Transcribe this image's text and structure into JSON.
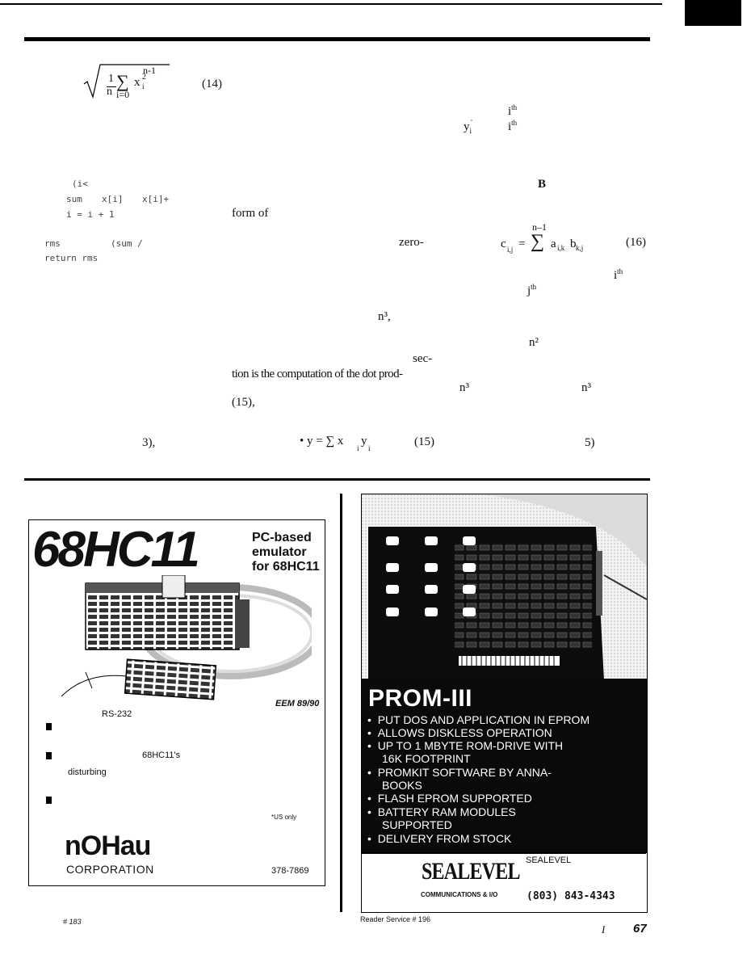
{
  "equations": {
    "eq14_num": "(14)",
    "eq14_top": "n-1",
    "eq14_frac": "1",
    "eq14_n": "n",
    "eq14_sub": "i=0",
    "eq14_x": "x",
    "eq14_sup": "2",
    "eq14_i": "i",
    "eq15": "• y = ∑ x",
    "eq15_sub": "i",
    "eq15_y": "y",
    "eq15_num": "(15)",
    "eq16_top": "n–1",
    "eq16_lhs": "c",
    "eq16_lhs_sub": "i,j",
    "eq16_eq": "=",
    "eq16_sum": "∑",
    "eq16_a": "a",
    "eq16_a_sub": "i,k",
    "eq16_b": "b",
    "eq16_b_sub": "k,j",
    "eq16_num": "(16)"
  },
  "code": {
    "line1": "(i<",
    "line2a": "sum",
    "line2b": "x[i]",
    "line2c": "x[i]+",
    "line3": "i = i + 1",
    "line4a": "rms",
    "line4b": "(sum /",
    "line5": "return  rms"
  },
  "text_fragments": {
    "mid_formof": "form of",
    "mid_zero": "zero-",
    "mid_n3": "n³,",
    "mid_sec": "sec-",
    "mid_tion": "tion is the computation of the dot prod-",
    "mid_15": "(15),",
    "left_3": "3),",
    "r_ith1": "i",
    "r_ith_sup": "th",
    "r_yi": "y",
    "r_yi_sub": "i",
    "r_ith2": "i",
    "r_B": "B",
    "r_ith3": "i",
    "r_jth": "j",
    "r_n2": "n²",
    "r_n3a": "n³",
    "r_n3b": "n³",
    "r_5": "5)"
  },
  "ad1": {
    "logo": "68HC11",
    "headline1": "PC-based",
    "headline2": "emulator",
    "headline3": "for 68HC11",
    "rs232": "RS-232",
    "eem": "EEM 89/90",
    "hc11s": "68HC11's",
    "disturbing": "disturbing",
    "usonly": "*US only",
    "company": "nOHau",
    "corporation": "CORPORATION",
    "phone": "378-7869",
    "reader_service": "# 183"
  },
  "ad2": {
    "title": "PROM-III",
    "bullets": [
      "PUT DOS AND APPLICATION IN EPROM",
      "ALLOWS DISKLESS OPERATION",
      "UP TO 1 MBYTE ROM-DRIVE WITH",
      "16K FOOTPRINT",
      "PROMKIT SOFTWARE BY ANNA-",
      "BOOKS",
      "FLASH EPROM SUPPORTED",
      "BATTERY RAM MODULES",
      "SUPPORTED",
      "DELIVERY FROM STOCK"
    ],
    "sealevel_small": "SEALEVEL",
    "sealevel_logo": "SEALEVEL",
    "tagline": "COMMUNICATIONS & I/O",
    "phone": "(803)  843-4343",
    "reader_service": "Reader Service # 196"
  },
  "footer": {
    "left": "I",
    "page": "67"
  }
}
